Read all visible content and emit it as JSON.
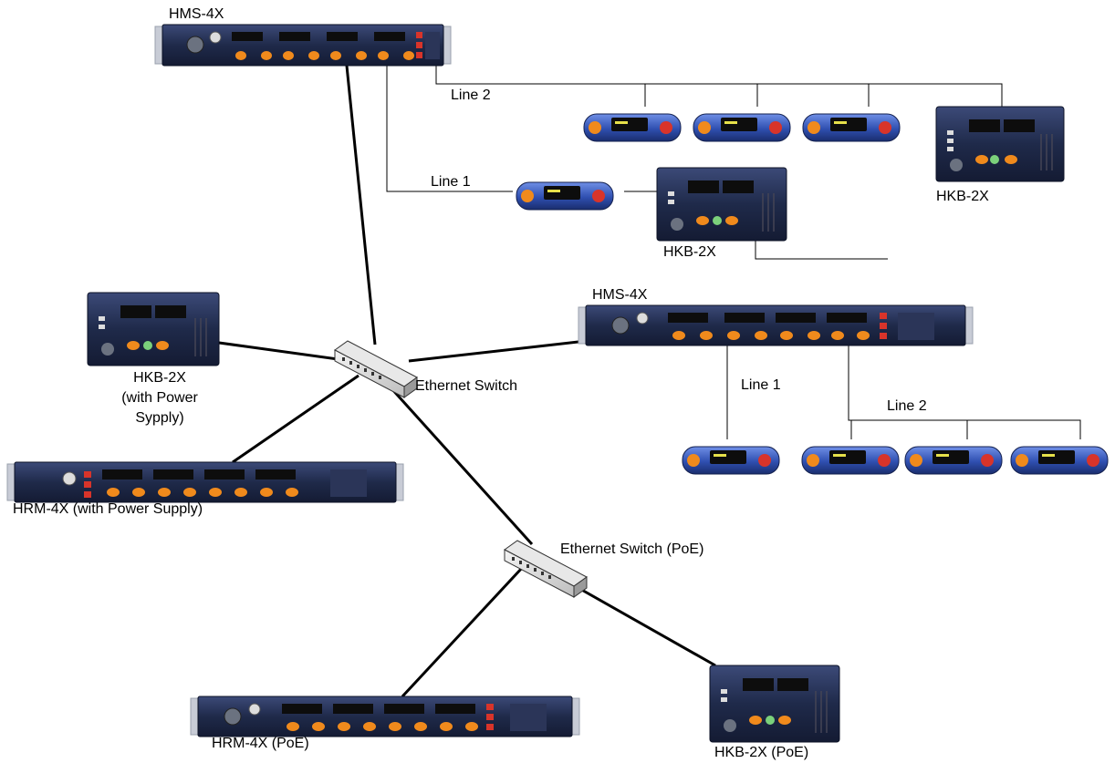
{
  "devices": {
    "hms_top": {
      "label": "HMS-4X"
    },
    "hms_right": {
      "label": "HMS-4X"
    },
    "hkb_line1": {
      "label": "HKB-2X"
    },
    "hkb_far_right": {
      "label": "HKB-2X"
    },
    "hkb_power": {
      "label_lines": [
        "HKB-2X",
        "(with Power",
        "Sypply)"
      ]
    },
    "hrm_power": {
      "label": "HRM-4X (with Power Supply)"
    },
    "hrm_poe": {
      "label": "HRM-4X (PoE)"
    },
    "hkb_poe": {
      "label": "HKB-2X (PoE)"
    },
    "switch_main": {
      "label": "Ethernet Switch"
    },
    "switch_poe": {
      "label": "Ethernet Switch (PoE)"
    }
  },
  "lines": {
    "top_line1": "Line 1",
    "top_line2": "Line 2",
    "right_line1": "Line 1",
    "right_line2": "Line 2"
  },
  "colors": {
    "panel_dark": "#1f2a4a",
    "panel_edge": "#3a4770",
    "rack_ear": "#c8ccd6",
    "screen": "#0d0d0d",
    "button_red": "#d8342a",
    "knob_orange": "#f08a1c",
    "beltpack_blue": "#3a5fc4",
    "cable": "#000000"
  }
}
